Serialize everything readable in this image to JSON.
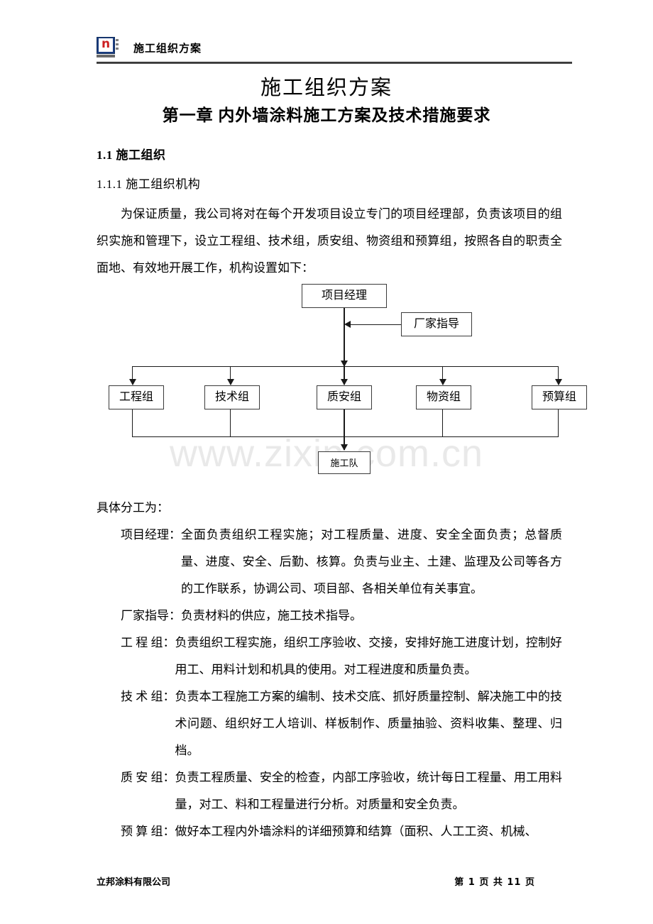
{
  "header": {
    "logo_letter": "n",
    "logo_name": "nippon-paint-logo",
    "title": "施工组织方案"
  },
  "title": {
    "main": "施工组织方案",
    "sub": "第一章  内外墙涂料施工方案及技术措施要求"
  },
  "headings": {
    "h2": "1.1  施工组织",
    "h3": "1.1.1 施工组织机构"
  },
  "body": {
    "intro": "为保证质量，我公司将对在每个开发项目设立专门的项目经理部，负责该项目的组织实施和管理下，设立工程组、技术组，质安组、物资组和预算组，按照各自的职责全面地、有效地开展工作，机构设置如下：",
    "specific_intro": "具体分工为："
  },
  "definitions": [
    {
      "id": "d-pm",
      "term": "项目经理：",
      "desc": "全面负责组织工程实施；对工程质量、进度、安全全面负责；总督质量、进度、安全、后勤、核算。负责与业主、土建、监理及公司等各方的工作联系，协调公司、项目部、各相关单位有关事宜。"
    },
    {
      "id": "d-maker",
      "term": "厂家指导：",
      "desc": "负责材料的供应，施工技术指导。"
    },
    {
      "id": "d-eng",
      "term": "工 程 组：",
      "desc": "负责组织工程实施，组织工序验收、交接，安排好施工进度计划，控制好用工、用料计划和机具的使用。对工程进度和质量负责。"
    },
    {
      "id": "d-tech",
      "term": "技 术 组：",
      "desc": "负责本工程施工方案的编制、技术交底、抓好质量控制、解决施工中的技术问题、组织好工人培训、样板制作、质量抽验、资料收集、整理、归档。"
    },
    {
      "id": "d-qa",
      "term": "质 安 组：",
      "desc": "负责工程质量、安全的检查，内部工序验收，统计每日工程量、用工用料量，对工、料和工程量进行分析。对质量和安全负责。"
    },
    {
      "id": "d-budget",
      "term": "预 算 组：",
      "desc": "做好本工程内外墙涂料的详细预算和结算（面积、人工工资、机械、"
    }
  ],
  "org_chart": {
    "nodes": {
      "manager": "项目经理",
      "factory_guide": "厂家指导",
      "engineering": "工程组",
      "technical": "技术组",
      "quality_safety": "质安组",
      "materials": "物资组",
      "budget": "预算组",
      "crew": "施工队"
    }
  },
  "watermark": {
    "text": "www.zixin.com.cn"
  },
  "footer": {
    "company": "立邦涂料有限公司",
    "page_label": "第 1 页 共 11 页"
  }
}
